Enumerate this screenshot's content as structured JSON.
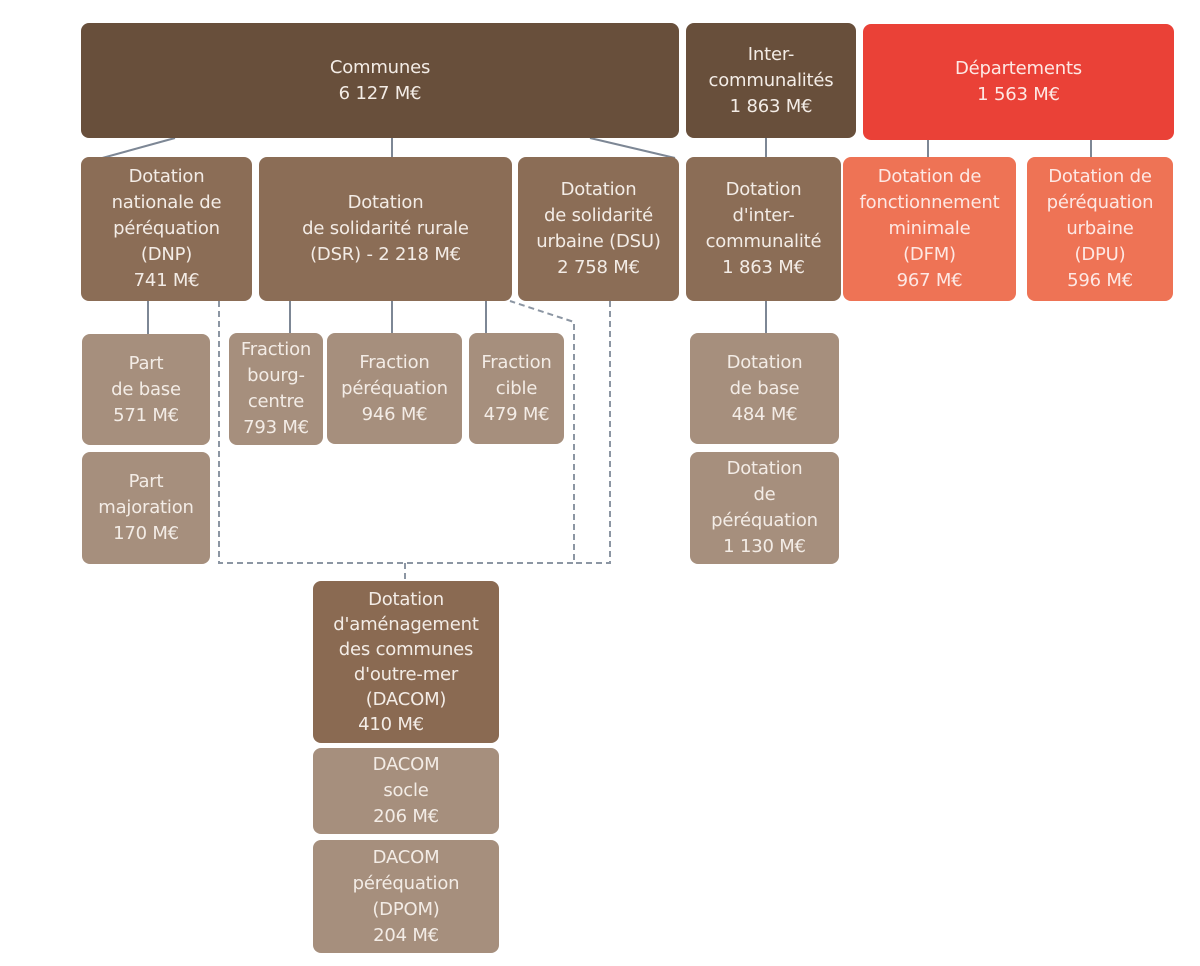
{
  "colors": {
    "communes": "#684f3b",
    "dotation": "#8b6d56",
    "fraction": "#a68f7d",
    "departements": "#ea4137",
    "departements_sub": "#ee7355",
    "connector": "#7d8795"
  },
  "top": {
    "communes": {
      "label": "Communes",
      "value": "6 127 M€"
    },
    "intercommunalites": {
      "label1": "Inter-",
      "label2": "communalités",
      "value": "1 863 M€"
    },
    "departements": {
      "label": "Départements",
      "value": "1 563 M€"
    }
  },
  "communes_children": {
    "dnp": {
      "l1": "Dotation",
      "l2": "nationale de",
      "l3": "péréquation",
      "l4": "(DNP)",
      "value": "741 M€"
    },
    "dsr": {
      "l1": "Dotation",
      "l2": "de solidarité rurale",
      "l3": "(DSR) - 2 218 M€"
    },
    "dsu": {
      "l1": "Dotation",
      "l2": "de solidarité",
      "l3": "urbaine (DSU)",
      "value": "2 758 M€"
    }
  },
  "dnp_children": {
    "part_base": {
      "l1": "Part",
      "l2": "de base",
      "value": "571 M€"
    },
    "part_majoration": {
      "l1": "Part",
      "l2": "majoration",
      "value": "170 M€"
    }
  },
  "dsr_children": {
    "bourg_centre": {
      "l1": "Fraction",
      "l2": "bourg-",
      "l3": "centre",
      "value": "793 M€"
    },
    "perequation": {
      "l1": "Fraction",
      "l2": "péréquation",
      "value": "946 M€"
    },
    "cible": {
      "l1": "Fraction",
      "l2": "cible",
      "value": "479 M€"
    }
  },
  "interco_children": {
    "dotation_interco": {
      "l1": "Dotation",
      "l2": "d'inter-",
      "l3": "communalité",
      "value": "1 863 M€"
    },
    "dotation_base": {
      "l1": "Dotation",
      "l2": "de base",
      "value": "484 M€"
    },
    "dotation_perequation": {
      "l1": "Dotation",
      "l2": "de",
      "l3": "péréquation",
      "value": "1 130 M€"
    }
  },
  "departements_children": {
    "dfm": {
      "l1": "Dotation de",
      "l2": "fonctionnement",
      "l3": "minimale",
      "l4": "(DFM)",
      "value": "967 M€"
    },
    "dpu": {
      "l1": "Dotation de",
      "l2": "péréquation",
      "l3": "urbaine",
      "l4": "(DPU)",
      "value": "596 M€"
    }
  },
  "dacom": {
    "main": {
      "l1": "Dotation",
      "l2": "d'aménagement",
      "l3": "des communes",
      "l4": "d'outre-mer",
      "l5": "(DACOM)",
      "value": "410 M€"
    },
    "socle": {
      "l1": "DACOM",
      "l2": "socle",
      "value": "206 M€"
    },
    "perequation": {
      "l1": "DACOM",
      "l2": "péréquation",
      "l3": "(DPOM)",
      "value": "204 M€"
    }
  }
}
